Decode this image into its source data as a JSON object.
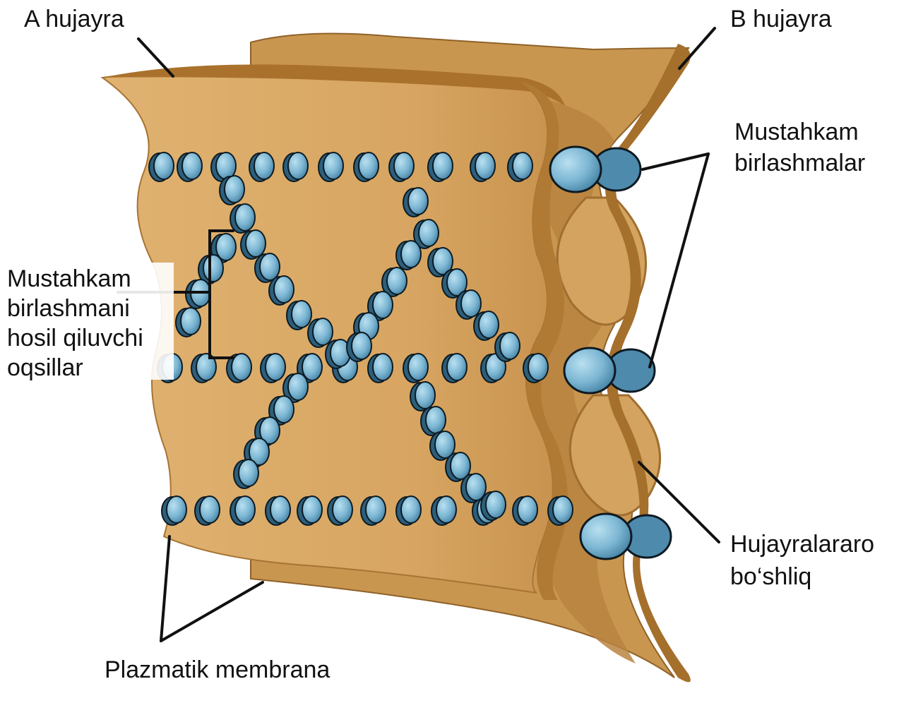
{
  "labels": {
    "cell_a": "A hujayra",
    "cell_b": "B hujayra",
    "tight_junctions": [
      "Mustahkam",
      "birlashmalar"
    ],
    "junction_proteins": [
      "Mustahkam",
      "birlashmani",
      "hosil qiluvchi",
      "oqsillar"
    ],
    "intercellular_space": [
      "Hujayralararo",
      "bo‘shliq"
    ],
    "plasma_membrane": "Plazmatik membrana"
  },
  "colors": {
    "membrane_face": "#d9a866",
    "membrane_dark": "#b07a34",
    "membrane_shadow": "#9a6a2c",
    "space_fill": "#c99a55",
    "protein_light": "#8ec6e0",
    "protein_dark": "#3f7c9e",
    "outline": "#111111"
  }
}
